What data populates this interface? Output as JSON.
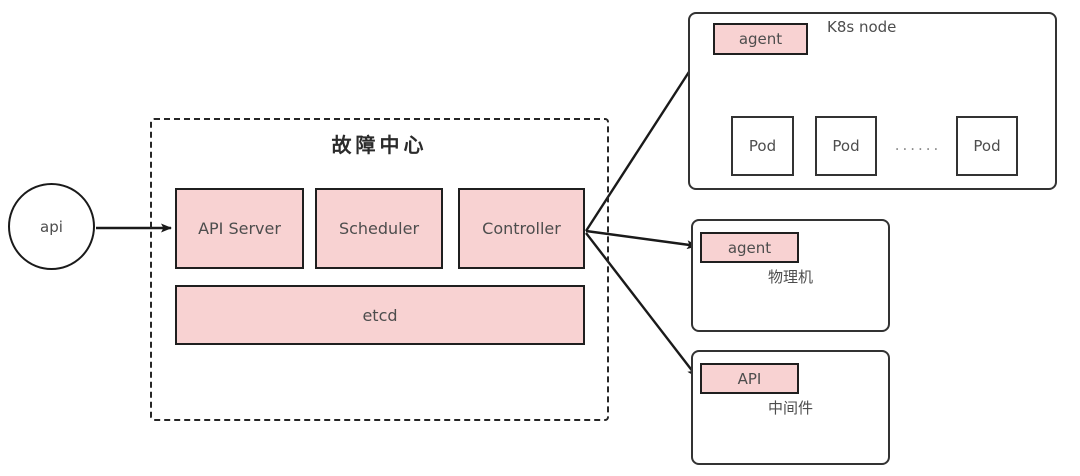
{
  "diagram": {
    "title": "故障中心",
    "entry": {
      "label": "api"
    },
    "fault_center": {
      "title": "故障中心",
      "components": [
        {
          "label": "API Server"
        },
        {
          "label": "Scheduler"
        },
        {
          "label": "Controller"
        }
      ],
      "storage": {
        "label": "etcd"
      }
    },
    "targets": [
      {
        "group_label": "K8s node",
        "agent_label": "agent",
        "children": [
          {
            "label": "Pod"
          },
          {
            "label": "Pod"
          },
          {
            "label": "Pod"
          }
        ],
        "ellipsis": "......"
      },
      {
        "group_label": "物理机",
        "agent_label": "agent"
      },
      {
        "group_label": "中间件",
        "agent_label": "API"
      }
    ],
    "colors": {
      "component_fill": "#f8d2d2",
      "component_stroke": "#1f1f1f",
      "group_stroke": "#333333",
      "dashed_stroke": "#262626",
      "edge_stroke": "#1a1a1a",
      "text": "#4d4d4d",
      "background": "#ffffff"
    }
  }
}
